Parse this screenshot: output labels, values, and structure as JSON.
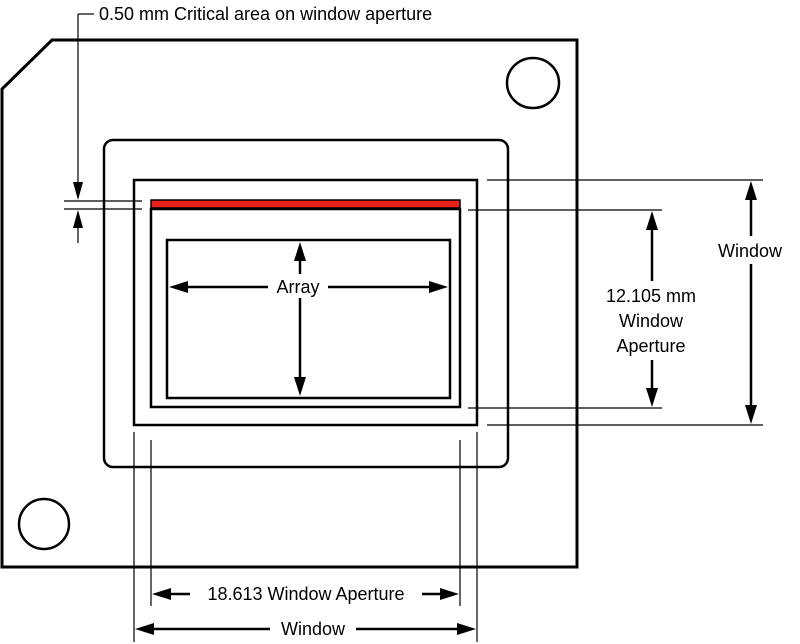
{
  "labels": {
    "critical_area": "0.50 mm Critical area on window aperture",
    "array": "Array",
    "window_right": "Window",
    "aperture_height_value": "12.105 mm",
    "aperture_height_word1": "Window",
    "aperture_height_word2": "Aperture",
    "aperture_width": "18.613 Window Aperture",
    "window_bottom": "Window"
  },
  "colors": {
    "critical_area_strip": "#e8221b",
    "line": "#000000",
    "background": "#ffffff"
  }
}
